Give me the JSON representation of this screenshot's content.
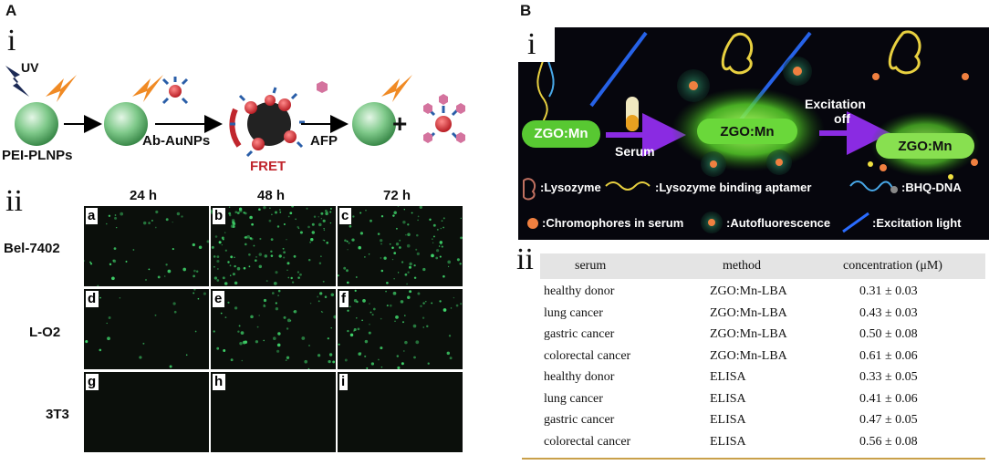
{
  "panelA": {
    "letter": "A",
    "sub_i": "i",
    "sub_ii": "ii",
    "schematic": {
      "uv": "UV",
      "pei_plnps": "PEI-PLNPs",
      "ab_aunps": "Ab-AuNPs",
      "fret": "FRET",
      "afp": "AFP",
      "plus": "+"
    },
    "columns": [
      "24 h",
      "48 h",
      "72 h"
    ],
    "rows": [
      "Bel-7402",
      "L-O2",
      "3T3"
    ],
    "cell_letters": [
      "a",
      "b",
      "c",
      "d",
      "e",
      "f",
      "g",
      "h",
      "i"
    ]
  },
  "panelB": {
    "letter": "B",
    "sub_i": "i",
    "sub_ii": "ii",
    "schematic": {
      "chip_label": "ZGO:Mn",
      "serum": "Serum",
      "excitation_off_1": "Excitation",
      "excitation_off_2": "off",
      "legend": {
        "lysozyme": ":Lysozyme",
        "aptamer": ":Lysozyme binding aptamer",
        "bhq": ":BHQ-DNA",
        "chromophores": ":Chromophores in serum",
        "autofluor": ":Autofluorescence",
        "excitation": ":Excitation light"
      }
    },
    "table": {
      "headers": [
        "serum",
        "method",
        "concentration (μM)"
      ],
      "rows": [
        [
          "healthy donor",
          "ZGO:Mn-LBA",
          "0.31 ± 0.03"
        ],
        [
          "lung cancer",
          "ZGO:Mn-LBA",
          "0.43 ± 0.03"
        ],
        [
          "gastric cancer",
          "ZGO:Mn-LBA",
          "0.50 ± 0.08"
        ],
        [
          "colorectal cancer",
          "ZGO:Mn-LBA",
          "0.61 ± 0.06"
        ],
        [
          "healthy donor",
          "ELISA",
          "0.33 ± 0.05"
        ],
        [
          "lung cancer",
          "ELISA",
          "0.41 ± 0.06"
        ],
        [
          "gastric cancer",
          "ELISA",
          "0.47 ± 0.05"
        ],
        [
          "colorectal cancer",
          "ELISA",
          "0.56 ± 0.08"
        ]
      ]
    }
  },
  "colors": {
    "green_particle": "#6fbf7a",
    "fret_red": "#c0262d",
    "arrow_purple": "#8a2be2",
    "glow_green": "#7fff3a",
    "rule_gold": "#c9a04a",
    "cell_green": "#3fd46a"
  }
}
